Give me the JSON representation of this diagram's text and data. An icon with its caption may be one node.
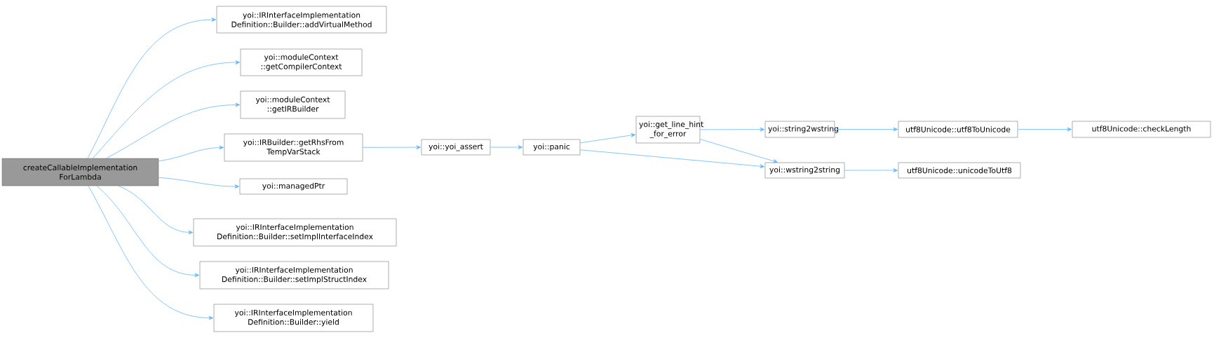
{
  "diagram": {
    "nodes": [
      {
        "text": [
          "createCallableImplementation ForLambda"
        ]
      },
      {
        "text": [
          "yoi::IRInterfaceImplementation Definition::Builder::addVirtualMethod"
        ]
      },
      {
        "text": [
          "yoi::moduleContext ::getCompilerContext"
        ]
      },
      {
        "text": [
          "yoi::moduleContext ::getIRBuilder"
        ]
      },
      {
        "text": [
          "yoi::IRBuilder::getRhsFrom TempVarStack"
        ]
      },
      {
        "text": [
          "yoi::managedPtr"
        ]
      },
      {
        "text": [
          "yoi::IRInterfaceImplementation Definition::Builder::setImplInterfaceIndex"
        ]
      },
      {
        "text": [
          "yoi::IRInterfaceImplementation Definition::Builder::setImplStructIndex"
        ]
      },
      {
        "text": [
          "yoi::IRInterfaceImplementation Definition::Builder::yield"
        ]
      },
      {
        "text": [
          "yoi::yoi_assert"
        ]
      },
      {
        "text": [
          "yoi::panic"
        ]
      },
      {
        "text": [
          "yoi::get_line_hint _for_error"
        ]
      },
      {
        "text": [
          "yoi::string2wstring"
        ]
      },
      {
        "text": [
          "yoi::wstring2string"
        ]
      },
      {
        "text": [
          "utf8Unicode::utf8ToUnicode"
        ]
      },
      {
        "text": [
          "utf8Unicode::unicodeToUtf8"
        ]
      },
      {
        "text": [
          "utf8Unicode::checkLength"
        ]
      }
    ],
    "edges": [
      {
        "from": 0,
        "to": 1,
        "arrow": "to"
      },
      {
        "from": 0,
        "to": 2,
        "arrow": "to"
      },
      {
        "from": 0,
        "to": 3,
        "arrow": "to"
      },
      {
        "from": 0,
        "to": 4,
        "arrow": "to"
      },
      {
        "from": 0,
        "to": 5,
        "arrow": "to"
      },
      {
        "from": 0,
        "to": 6,
        "arrow": "to"
      },
      {
        "from": 0,
        "to": 7,
        "arrow": "to"
      },
      {
        "from": 0,
        "to": 8,
        "arrow": "to"
      },
      {
        "from": 4,
        "to": 9,
        "arrow": "to"
      },
      {
        "from": 9,
        "to": 10,
        "arrow": "to"
      },
      {
        "from": 10,
        "to": 11,
        "arrow": "to"
      },
      {
        "from": 10,
        "to": 13,
        "arrow": "to"
      },
      {
        "from": 11,
        "to": 12,
        "arrow": "to"
      },
      {
        "from": 11,
        "to": 13,
        "arrow": "to"
      },
      {
        "from": 12,
        "to": 14,
        "arrow": "to"
      },
      {
        "from": 13,
        "to": 15,
        "arrow": "to"
      },
      {
        "from": 14,
        "to": 16,
        "arrow": "to"
      }
    ]
  }
}
